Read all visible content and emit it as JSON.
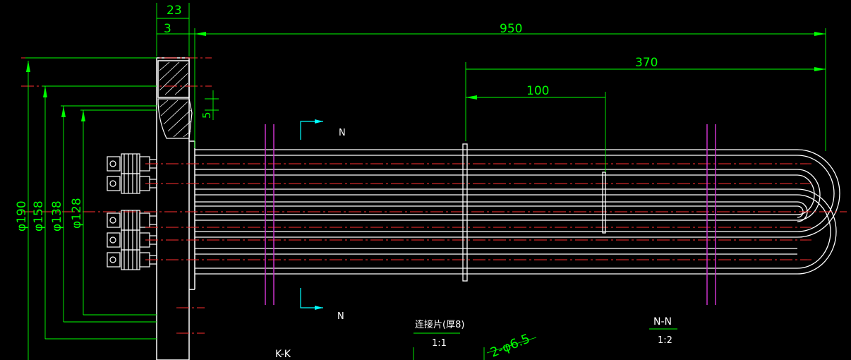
{
  "drawing": {
    "dimensions": {
      "d23": "23",
      "d3": "3",
      "d950": "950",
      "d370": "370",
      "d100": "100",
      "d5": "5",
      "dia190": "φ190",
      "dia158": "φ158",
      "dia138": "φ138",
      "dia128": "φ128",
      "holes": "2-φ6.5"
    },
    "labels": {
      "section_n_top": "N",
      "section_n_bottom": "N",
      "section_kk": "K-K",
      "connector_title": "连接片(厚8)",
      "connector_scale": "1:1",
      "nn_title": "N-N",
      "nn_scale": "1:2"
    },
    "colors": {
      "background": "#000000",
      "outline": "#ffffff",
      "dimension": "#00ff00",
      "centerline": "#ff3030",
      "support": "#cc33cc",
      "marker": "#00ffff"
    }
  }
}
